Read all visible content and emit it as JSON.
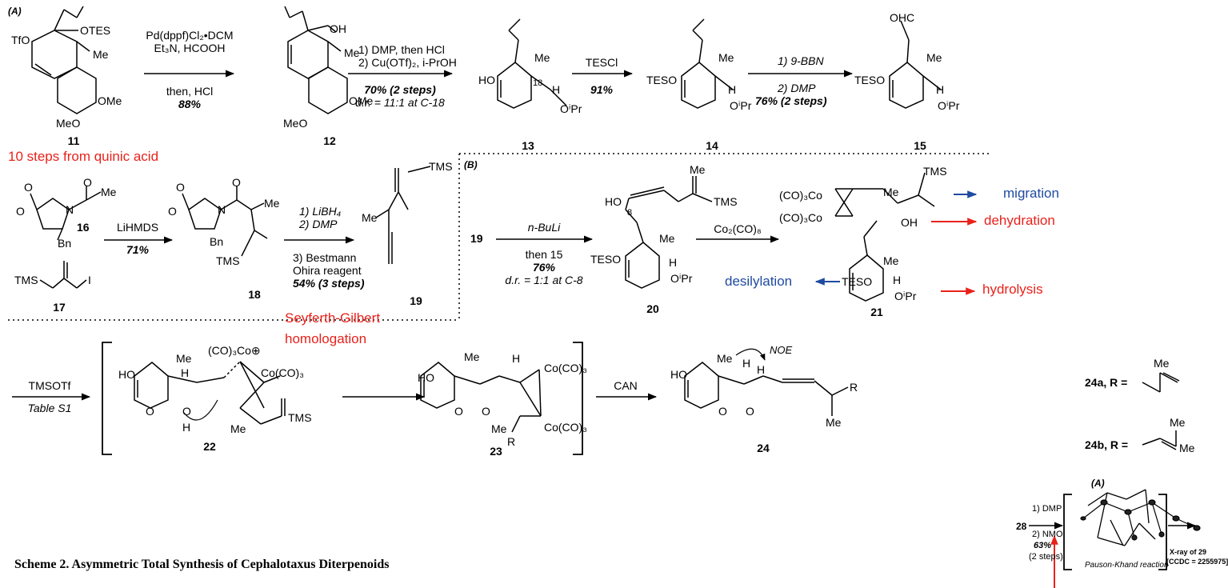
{
  "panels": {
    "a": "(A)",
    "b": "(B)",
    "inset": "(A)"
  },
  "compounds": {
    "c11": "11",
    "c12": "12",
    "c13": "13",
    "c14": "14",
    "c15": "15",
    "c16": "16",
    "c17": "17",
    "c18": "18",
    "c19": "19",
    "c20": "20",
    "c21": "21",
    "c22": "22",
    "c23": "23",
    "c24": "24",
    "c24a": "24a, R =",
    "c24b": "24b, R =",
    "c19_reactant": "19",
    "c28": "28"
  },
  "atom_labels": {
    "tfo": "TfO",
    "otes": "OTES",
    "oh": "OH",
    "me": "Me",
    "ome": "OMe",
    "meo": "MeO",
    "ho": "HO",
    "teso": "TESO",
    "h": "H",
    "oipr": "OⁱPr",
    "ohc": "OHC",
    "tms": "TMS",
    "bn": "Bn",
    "o": "O",
    "n": "N",
    "i": "I",
    "co3co": "(CO)₃Co",
    "coco3": "Co(CO)₃",
    "co_plus": "(CO)₃Co⊕",
    "r": "R",
    "c8": "8",
    "c18": "18"
  },
  "steps": {
    "s1_reagent": "Pd(dppf)Cl₂•DCM",
    "s1_reagent2": "Et₃N, HCOOH",
    "s1_then": "then, HCl",
    "s1_yield": "88%",
    "s2_line1": "1) DMP,  then HCl",
    "s2_line2": "2) Cu(OTf)₂, i-PrOH",
    "s2_yield": "70% (2 steps)",
    "s2_dr": "d.r. = 11:1 at C-18",
    "s3_reagent": "TESCl",
    "s3_yield": "91%",
    "s4_line1": "1) 9-BBN",
    "s4_line2": "2) DMP",
    "s4_yield": "76% (2 steps)",
    "s5_reagent": "LiHMDS",
    "s5_yield": "71%",
    "s6_line1": "1) LiBH₄",
    "s6_line2": "2) DMP",
    "s6_line3": "3) Bestmann",
    "s6_line4": "Ohira reagent",
    "s6_yield": "54% (3 steps)",
    "s7_reagent": "n-BuLi",
    "s7_then": "then 15",
    "s7_yield": "76%",
    "s7_dr": "d.r. = 1:1 at C-8",
    "s8_reagent": "Co₂(CO)₈",
    "s9_reagent": "TMSOTf",
    "s9_table": "Table S1",
    "s10_reagent": "CAN",
    "inset_line1": "1) DMP",
    "inset_line2": "2) NMO",
    "inset_yield": "63%",
    "inset_steps": "(2 steps)",
    "inset_pk": "Pauson-Khand reaction",
    "xray_line1": "X-ray of 29",
    "xray_line2": "[CCDC = 2255975]",
    "noe": "NOE"
  },
  "annotations": {
    "quinic": "10 steps from  quinic acid",
    "sg1": "Seyferth-Gilbert",
    "sg2": "homologation",
    "migration": "migration",
    "dehydration": "dehydration",
    "hydrolysis": "hydrolysis",
    "desilylation": "desilylation"
  },
  "title": "Scheme 2. Asymmetric Total Synthesis of Cephalotaxus Diterpenoids",
  "colors": {
    "red": "#e8221b",
    "blue": "#1f4aa0",
    "ink": "#000000"
  }
}
